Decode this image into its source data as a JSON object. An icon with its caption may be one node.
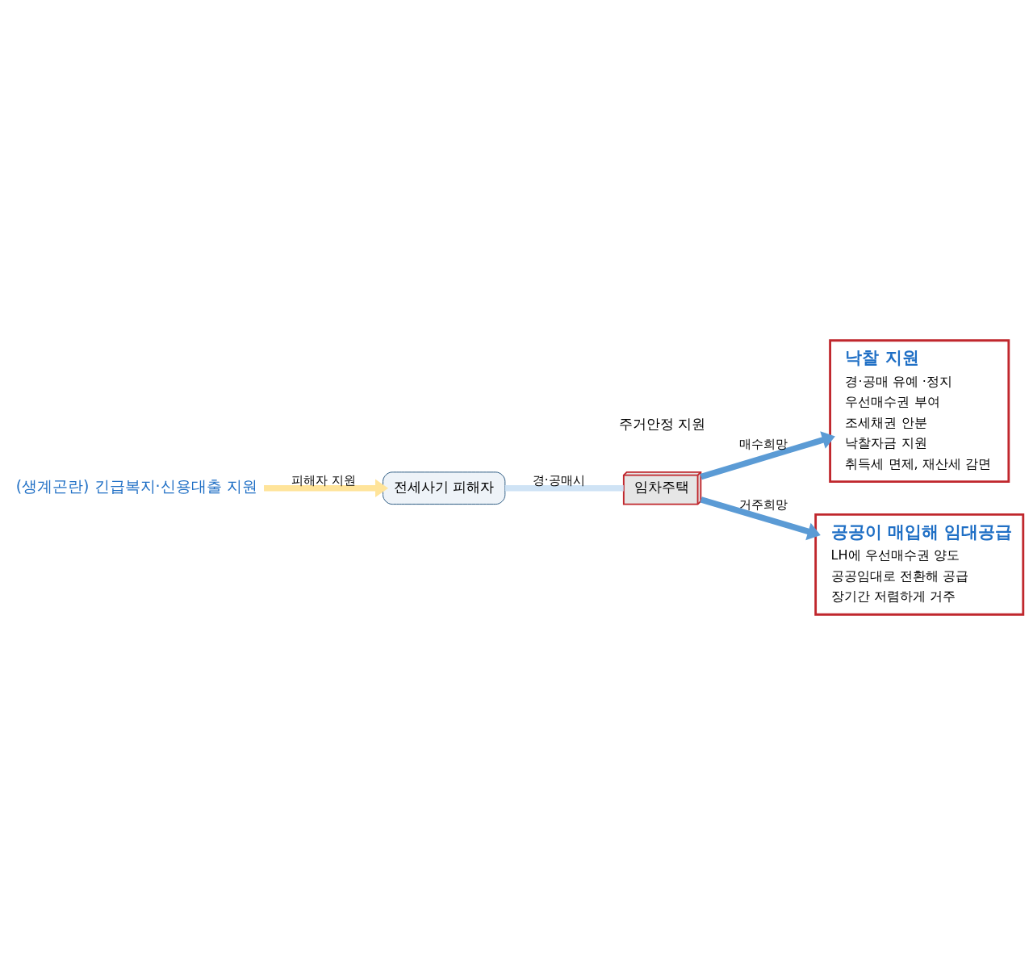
{
  "diagram": {
    "nodes": [
      {
        "text": [
          "전세사기 피해자"
        ]
      },
      {
        "text": [
          "임차주택"
        ]
      },
      {
        "text": [
          "낙찰 지원",
          "경·공매 유예 ·정지",
          "우선매수권 부여",
          "조세채권 안분",
          "낙찰자금 지원",
          "취득세 면제, 재산세 감면"
        ]
      },
      {
        "text": [
          "공공이 매입해 임대공급",
          "LH에 우선매수권 양도",
          "공공임대로 전환해 공급",
          "장기간 저렴하게 거주"
        ]
      },
      {
        "text": [
          "(생계곤란) 긴급복지·신용대출 지원"
        ]
      }
    ],
    "edges": [
      {
        "from": 0,
        "to": 1,
        "arrow": "none",
        "label": "경·공매시",
        "color": "#cfe3f5"
      },
      {
        "from": 1,
        "to": 2,
        "arrow": "to",
        "label": "매수희망"
      },
      {
        "from": 1,
        "to": 3,
        "arrow": "to",
        "label": "거주희망"
      },
      {
        "from": 4,
        "to": 0,
        "arrow": "to",
        "label": "피해자 지원",
        "color": "#ffe49a"
      }
    ],
    "labels": [
      "주거안정 지원"
    ]
  }
}
